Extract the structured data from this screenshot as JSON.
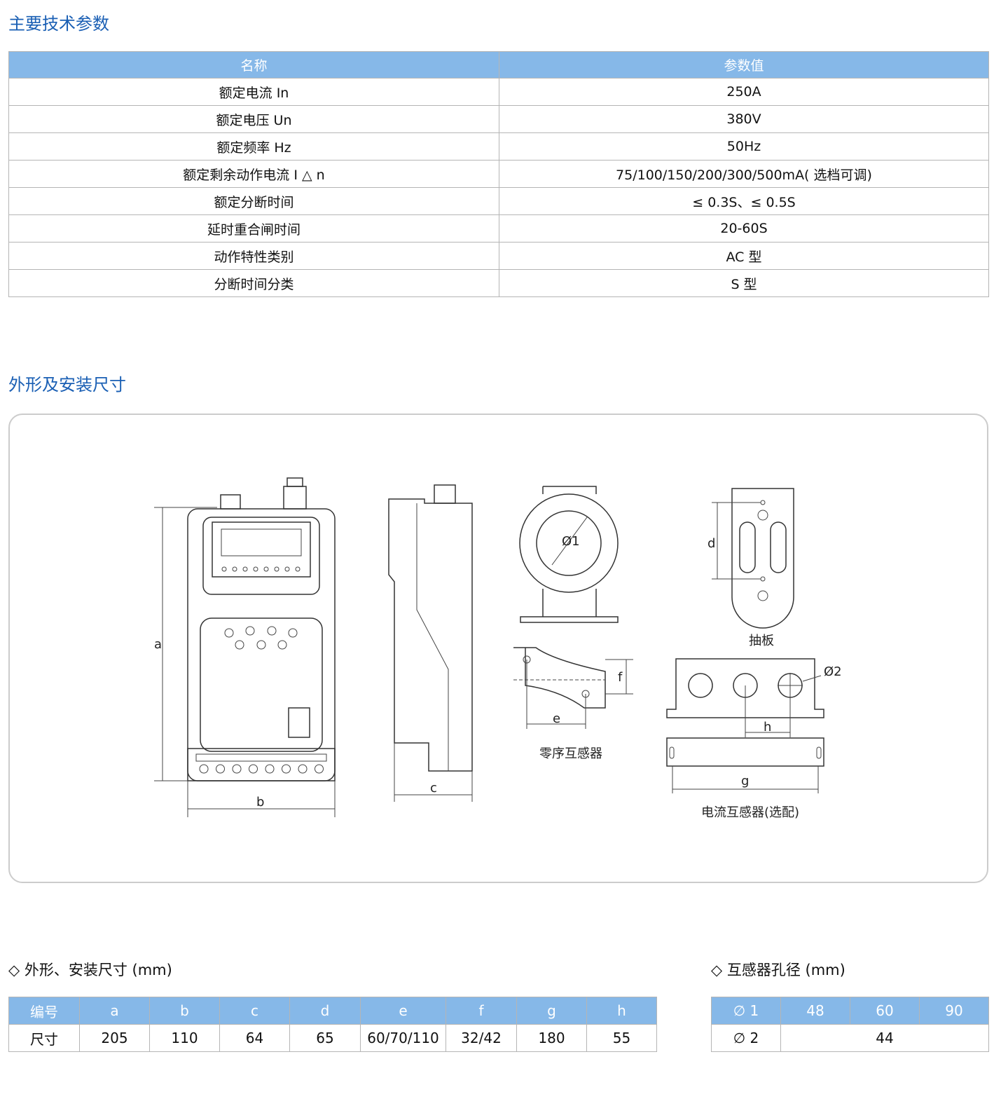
{
  "section1": {
    "title": "主要技术参数"
  },
  "params": {
    "headers": [
      "名称",
      "参数值"
    ],
    "rows": [
      [
        "额定电流 In",
        "250A"
      ],
      [
        "额定电压 Un",
        "380V"
      ],
      [
        "额定频率 Hz",
        "50Hz"
      ],
      [
        "额定剩余动作电流 I △ n",
        "75/100/150/200/300/500mA( 选档可调)"
      ],
      [
        "额定分断时间",
        "≤ 0.3S、≤ 0.5S"
      ],
      [
        "延时重合闸时间",
        "20-60S"
      ],
      [
        "动作特性类别",
        "AC 型"
      ],
      [
        "分断时间分类",
        "S 型"
      ]
    ]
  },
  "section2": {
    "title": "外形及安装尺寸"
  },
  "diagram": {
    "labels": {
      "a": "a",
      "b": "b",
      "c": "c",
      "d": "d",
      "e": "e",
      "f": "f",
      "g": "g",
      "h": "h",
      "phi1": "Ø1",
      "phi2": "Ø2"
    },
    "captions": {
      "plate": "抽板",
      "zero_ct": "零序互感器",
      "ct": "电流互感器(选配)"
    }
  },
  "dims": {
    "title": "◇ 外形、安装尺寸 (mm)",
    "headers": [
      "编号",
      "a",
      "b",
      "c",
      "d",
      "e",
      "f",
      "g",
      "h"
    ],
    "values": [
      "尺寸",
      "205",
      "110",
      "64",
      "65",
      "60/70/110",
      "32/42",
      "180",
      "55"
    ]
  },
  "holes": {
    "title": "◇ 互感器孔径 (mm)",
    "headers": [
      "∅ 1",
      "48",
      "60",
      "90"
    ],
    "row_label": "∅ 2",
    "row_value": "44"
  }
}
